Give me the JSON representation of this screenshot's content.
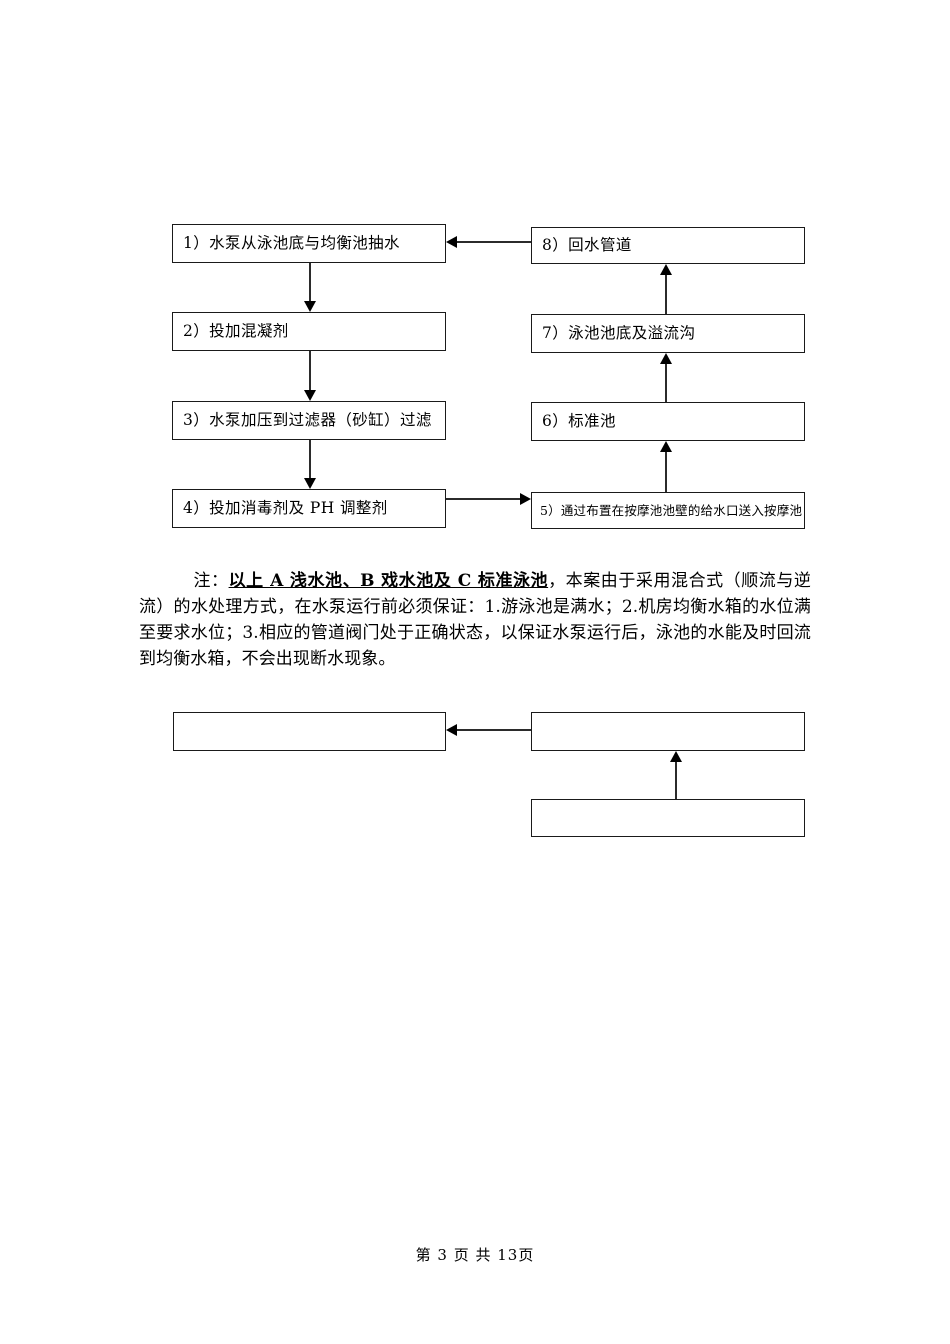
{
  "document": {
    "page_label": "第 3 页  共 13页"
  },
  "flowchart": {
    "boxes": [
      {
        "id": "box-1",
        "label": "1）水泵从泳池底与均衡池抽水"
      },
      {
        "id": "box-2",
        "label": "2）投加混凝剂"
      },
      {
        "id": "box-3",
        "label": "3）水泵加压到过滤器（砂缸）过滤"
      },
      {
        "id": "box-4",
        "label": "4）投加消毒剂及 PH 调整剂"
      },
      {
        "id": "box-5",
        "label": "5）通过布置在按摩池池壁的给水口送入按摩池"
      },
      {
        "id": "box-6",
        "label": "6）标准池"
      },
      {
        "id": "box-7",
        "label": "7）泳池池底及溢流沟"
      },
      {
        "id": "box-8",
        "label": "8）回水管道"
      }
    ],
    "empty_boxes": [
      {
        "id": "empty-box-left",
        "label": ""
      },
      {
        "id": "empty-box-right-top",
        "label": ""
      },
      {
        "id": "empty-box-right-bottom",
        "label": ""
      }
    ]
  },
  "note": {
    "prefix": "注：",
    "underlined": "以上 A 浅水池、B 戏水池及 C 标准泳池",
    "body": "，本案由于采用混合式（顺流与逆流）的水处理方式，在水泵运行前必须保证：1.游泳池是满水；2.机房均衡水箱的水位满至要求水位；3.相应的管道阀门处于正确状态，以保证水泵运行后，泳池的水能及时回流到均衡水箱，不会出现断水现象。"
  },
  "colors": {
    "text": "#000000",
    "box_border": "#1a1a1a",
    "arrow": "#2b2b2b",
    "page_background": "#ffffff"
  }
}
